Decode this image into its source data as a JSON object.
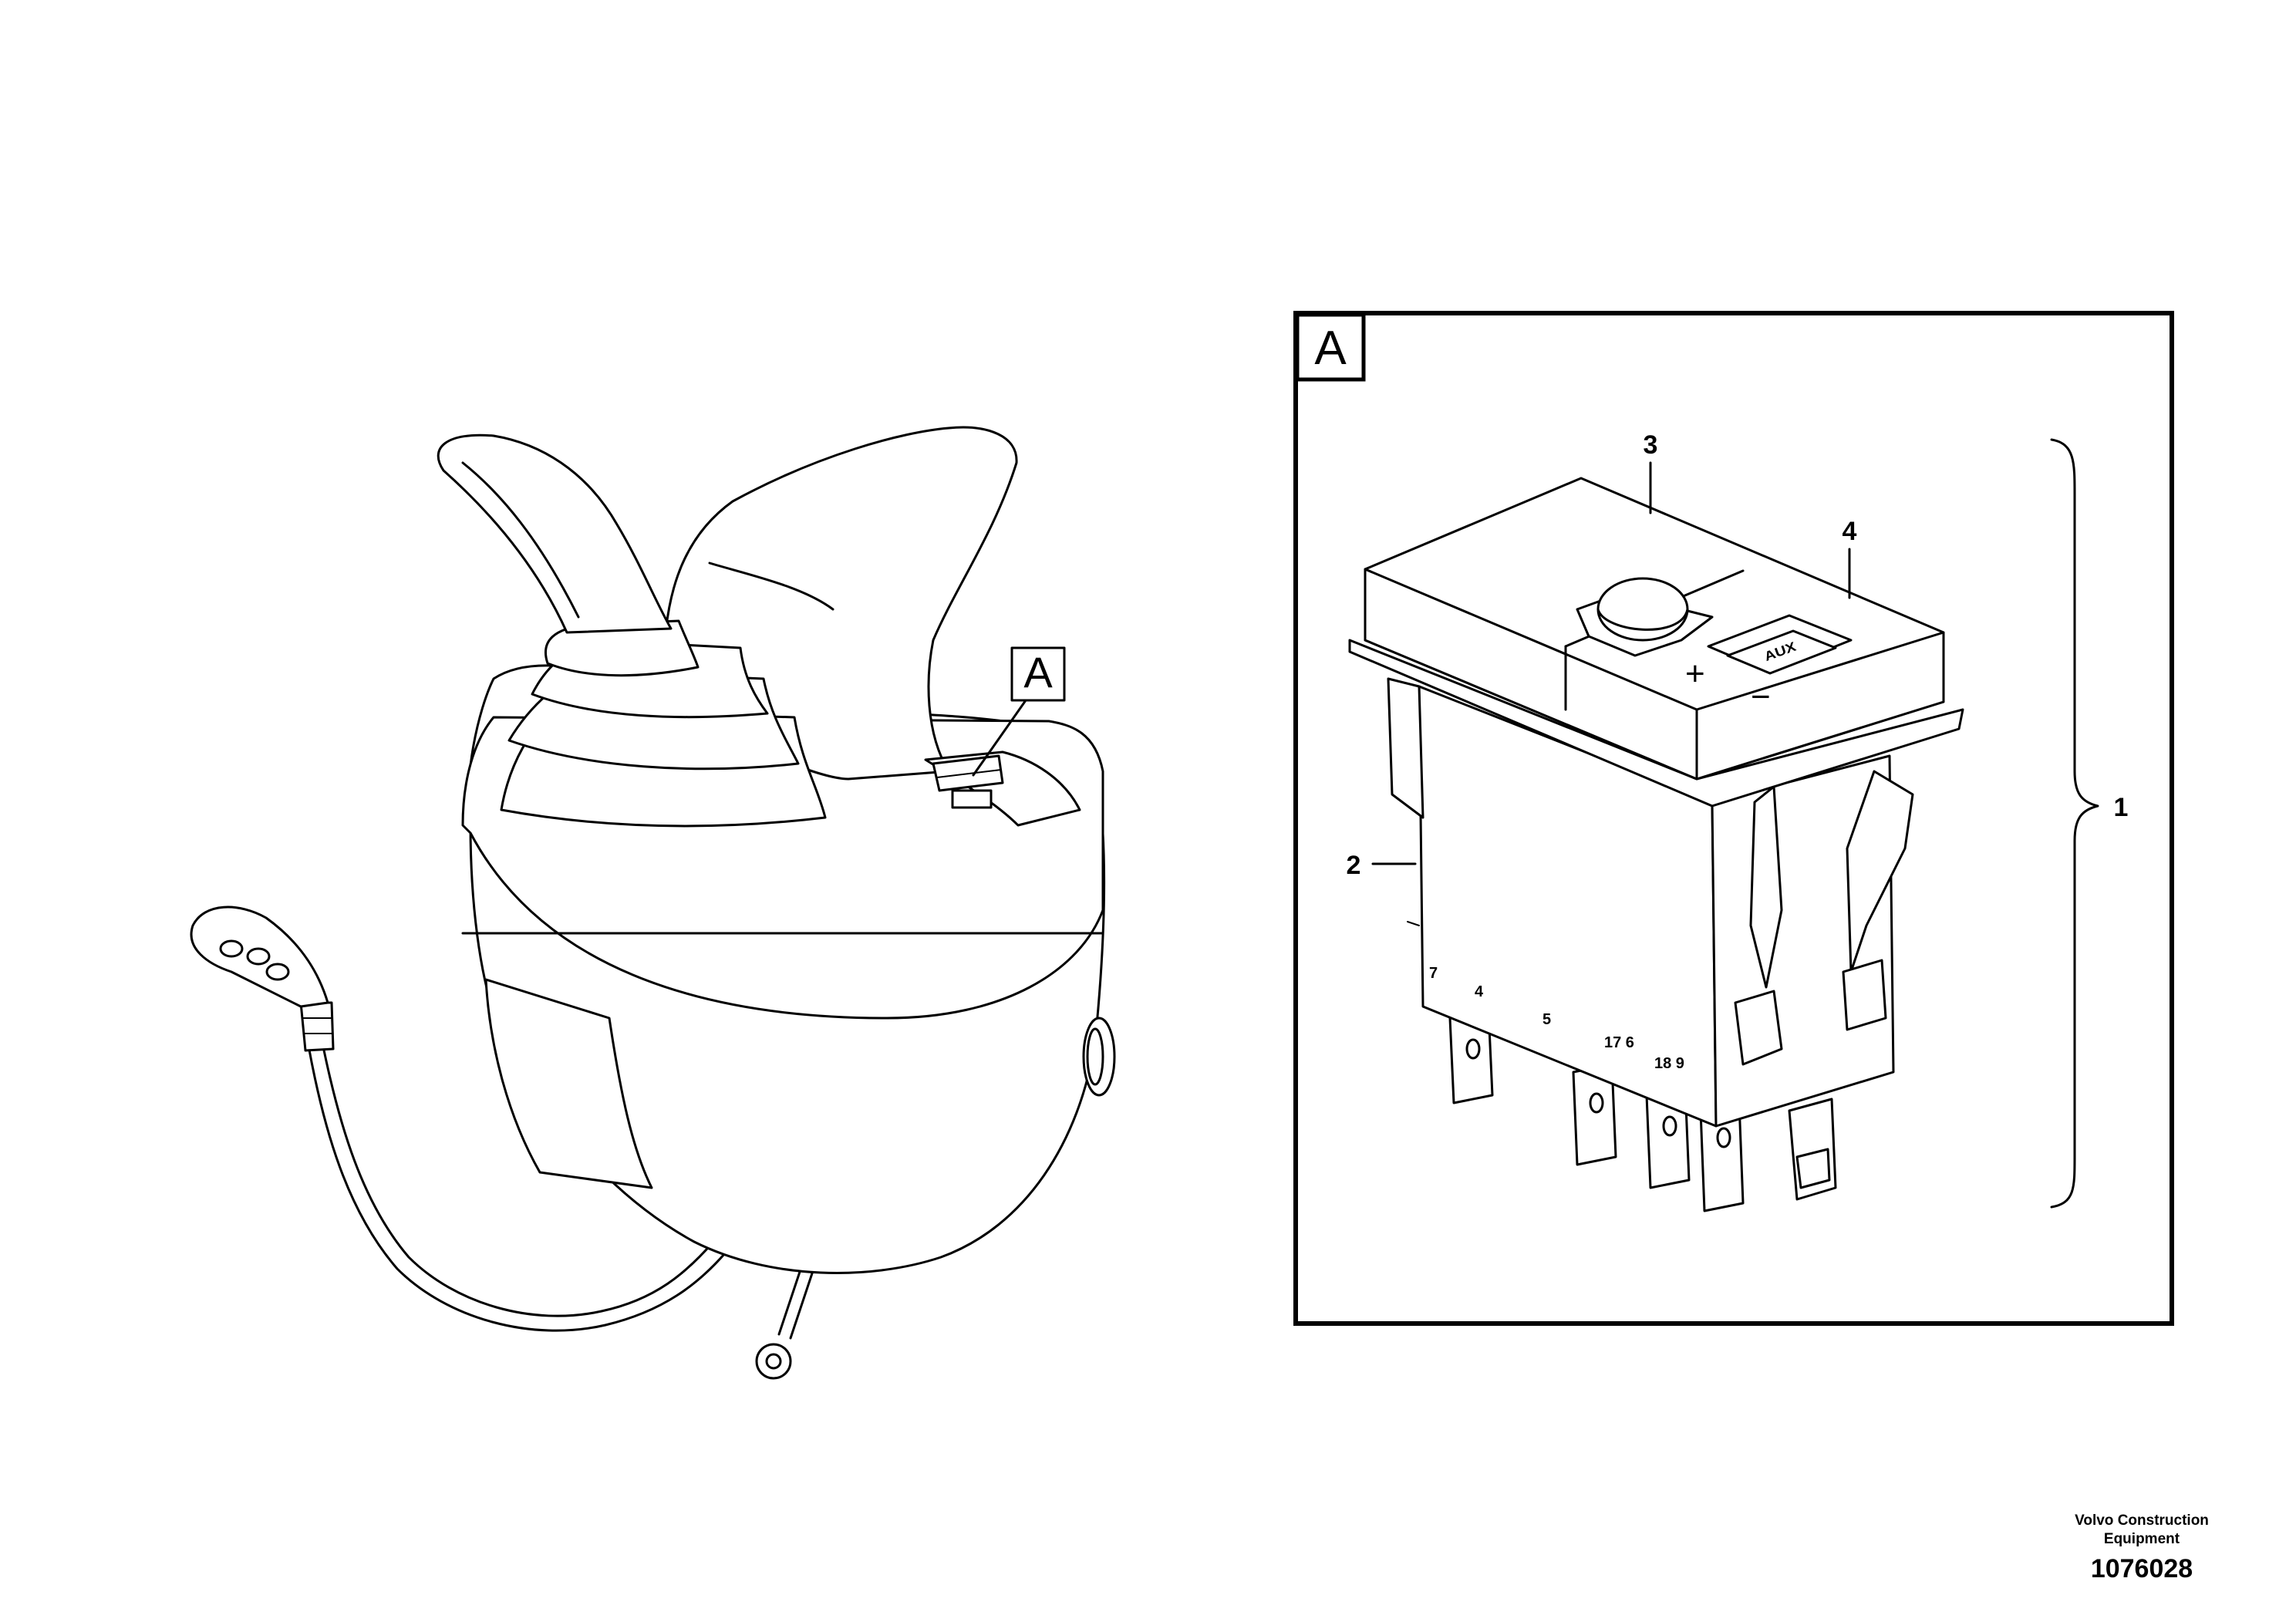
{
  "labels": {
    "view_a_main": "A",
    "view_a_inset": "A",
    "callout_1": "1",
    "callout_2": "2",
    "callout_3": "3",
    "callout_4": "4",
    "switch_legend": "AUX",
    "plus_sign": "+",
    "minus_sign": "−",
    "pins": [
      "7",
      "4",
      "5",
      "17 6",
      "18 9"
    ]
  },
  "footer": {
    "company_line1": "Volvo Construction",
    "company_line2": "Equipment",
    "drawing_number": "1076028"
  }
}
